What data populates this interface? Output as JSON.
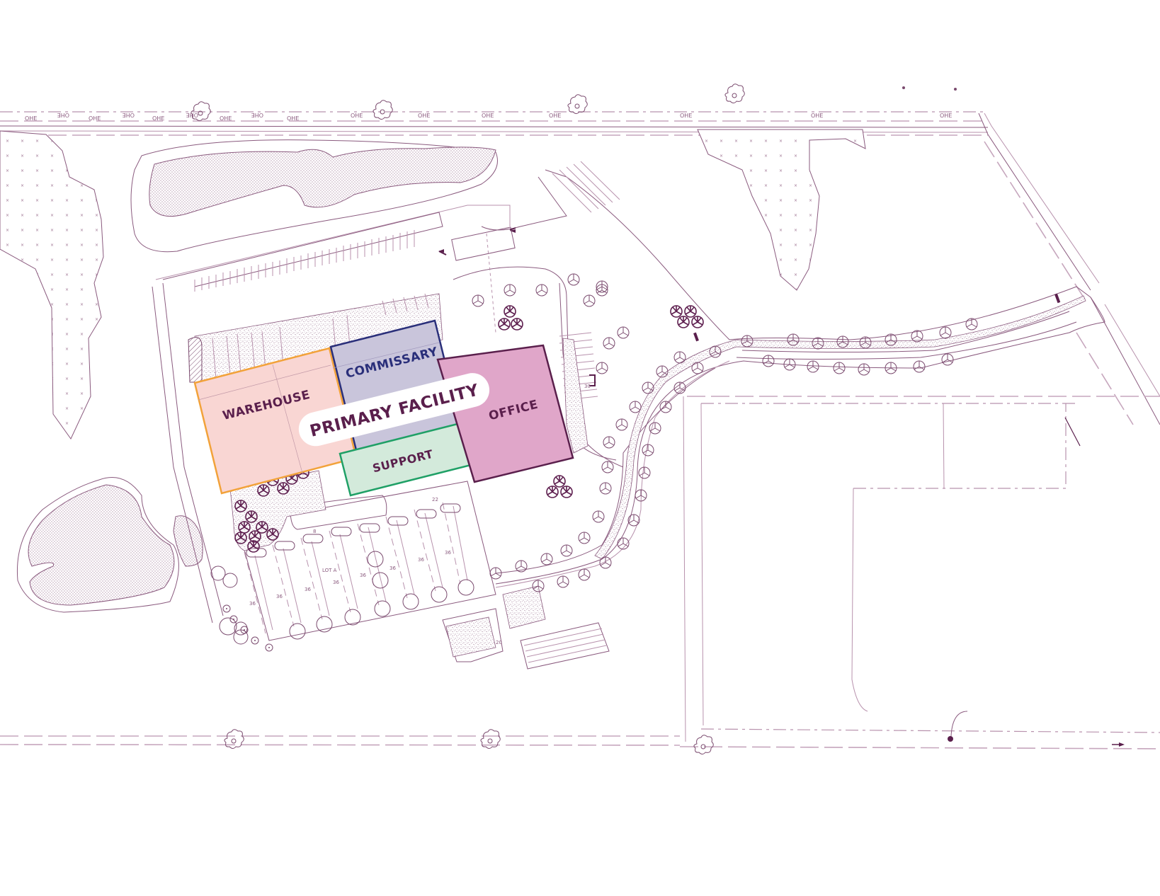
{
  "drawing": {
    "type": "site plan",
    "title": "PRIMARY FACILITY",
    "line_color": "#8a5a7e",
    "label_color": "#5a1f4c"
  },
  "zones": [
    {
      "id": "warehouse",
      "label": "WAREHOUSE",
      "fill": "#f9d6d3",
      "stroke": "#f2a23a",
      "text_color": "#5a1f4c"
    },
    {
      "id": "commissary",
      "label": "COMMISSARY",
      "fill": "#c9c5db",
      "stroke": "#2a2f7a",
      "text_color": "#2a2f7a"
    },
    {
      "id": "office",
      "label": "OFFICE",
      "fill": "#e0a6c9",
      "stroke": "#5a1f4c",
      "text_color": "#5a1f4c"
    },
    {
      "id": "support",
      "label": "SUPPORT",
      "fill": "#d3eadb",
      "stroke": "#1fa066",
      "text_color": "#5a1f4c"
    }
  ],
  "annotations": {
    "utility_line_labels": [
      "OHE",
      "OHE",
      "OHE",
      "OHE",
      "OHE",
      "OHE",
      "OHE",
      "OHE",
      "OHE",
      "OHE",
      "OHE",
      "OHE",
      "OHE",
      "OHE",
      "OHE",
      "OHE"
    ],
    "parking_lot_label": "LOT A",
    "parking_counts": [
      "36",
      "36",
      "36",
      "36",
      "36",
      "36",
      "36",
      "36"
    ],
    "small_lot_count": "8",
    "support_lot_count": "22",
    "east_lot_count": "30",
    "south_lot_count": "20"
  }
}
